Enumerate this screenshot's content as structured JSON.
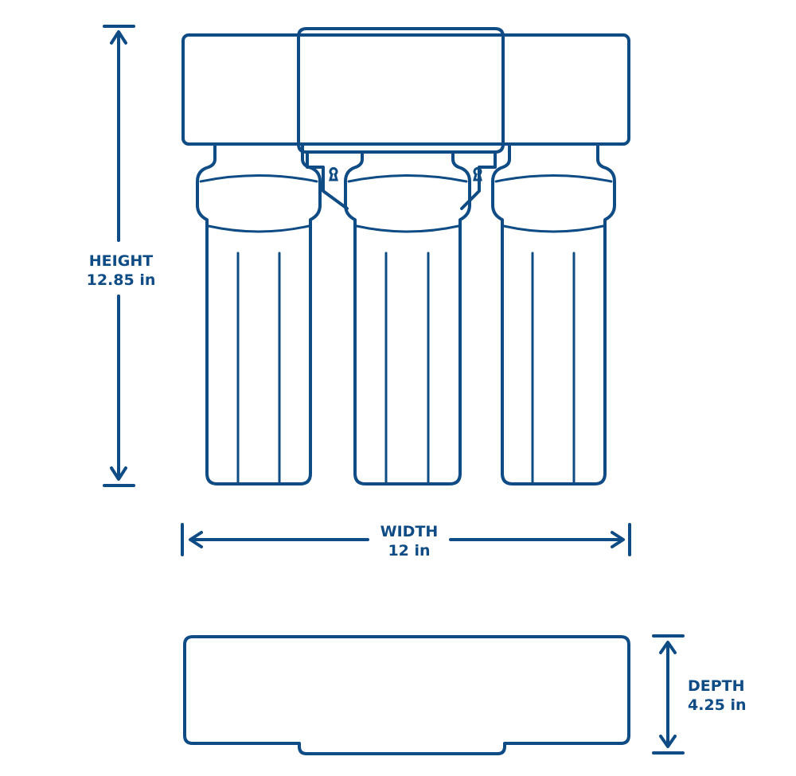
{
  "dimensions": {
    "height": {
      "label": "HEIGHT",
      "value": "12.85 in"
    },
    "width": {
      "label": "WIDTH",
      "value": "12 in"
    },
    "depth": {
      "label": "DEPTH",
      "value": "4.25 in"
    }
  },
  "colors": {
    "line": "#0f4c85",
    "background": "#ffffff"
  }
}
